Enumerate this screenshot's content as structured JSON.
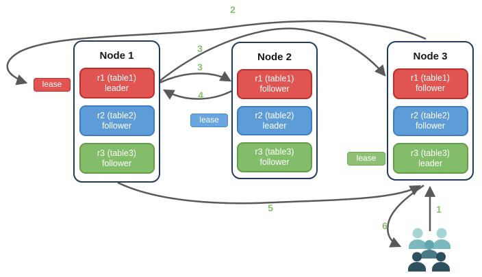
{
  "diagram_type": "distributed-replication-diagram",
  "nodes": [
    {
      "title": "Node 1",
      "replicas": [
        {
          "label": "r1 (table1)",
          "role": "leader",
          "color": "#e05452"
        },
        {
          "label": "r2 (table2)",
          "role": "follower",
          "color": "#5e9cd8"
        },
        {
          "label": "r3 (table3)",
          "role": "follower",
          "color": "#83bd6a"
        }
      ]
    },
    {
      "title": "Node 2",
      "replicas": [
        {
          "label": "r1 (table1)",
          "role": "follower",
          "color": "#e05452"
        },
        {
          "label": "r2 (table2)",
          "role": "leader",
          "color": "#5e9cd8"
        },
        {
          "label": "r3 (table3)",
          "role": "follower",
          "color": "#83bd6a"
        }
      ]
    },
    {
      "title": "Node 3",
      "replicas": [
        {
          "label": "r1 (table1)",
          "role": "follower",
          "color": "#e05452"
        },
        {
          "label": "r2 (table2)",
          "role": "follower",
          "color": "#5e9cd8"
        },
        {
          "label": "r3 (table3)",
          "role": "leader",
          "color": "#83bd6a"
        }
      ]
    }
  ],
  "leases": [
    {
      "label": "lease",
      "color": "#e05452"
    },
    {
      "label": "lease",
      "color": "#6aa5e0"
    },
    {
      "label": "lease",
      "color": "#8ec175"
    }
  ],
  "steps": {
    "s1": "1",
    "s2": "2",
    "s3a": "3",
    "s3b": "3",
    "s4": "4",
    "s5": "5",
    "s6": "6"
  },
  "icons": {
    "users": "users-group-icon"
  },
  "colors": {
    "arrow": "#595959",
    "step_label": "#8abf6b",
    "node_border": "#20395f",
    "users_light": "#a6d5d8",
    "users_light_body": "#7cb9be",
    "users_mid_head": "#5ea8ae",
    "users_mid_body": "#4a7a86",
    "users_dark": "#2e505e"
  }
}
